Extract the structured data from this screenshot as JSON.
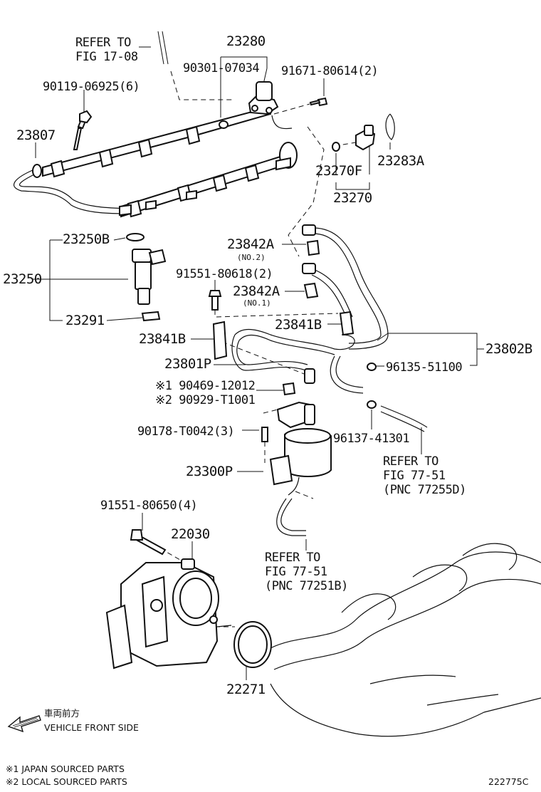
{
  "title": "",
  "colors": {
    "ink": "#111111",
    "background": "#ffffff"
  },
  "diagram_id": "222775C",
  "references": {
    "fig_17_08": {
      "line1": "REFER TO",
      "line2": "FIG 17-08"
    },
    "pnc_77255d": {
      "line1": "REFER TO",
      "line2": "FIG 77-51",
      "line3": "(PNC 77255D)"
    },
    "pnc_77251b": {
      "line1": "REFER TO",
      "line2": "FIG 77-51",
      "line3": "(PNC 77251B)"
    }
  },
  "parts": {
    "p23280": "23280",
    "p90301": "90301-07034",
    "p91671": "91671-80614(2)",
    "p90119": "90119-06925(6)",
    "p23807": "23807",
    "p23270f": "23270F",
    "p23283a": "23283A",
    "p23270": "23270",
    "p23250b": "23250B",
    "p23250": "23250",
    "p23291": "23291",
    "p23842a_no2": "23842A",
    "p23842a_no2_sub": "(NO.2)",
    "p91551_80618": "91551-80618(2)",
    "p23842a_no1": "23842A",
    "p23842a_no1_sub": "(NO.1)",
    "p23841b_left": "23841B",
    "p23841b_right": "23841B",
    "p23802b": "23802B",
    "p23801p": "23801P",
    "p96135": "96135-51100",
    "p90469": "90469-12012",
    "p90929": "90929-T1001",
    "p96137": "96137-41301",
    "p90178": "90178-T0042(3)",
    "p23300p": "23300P",
    "p91551_80650": "91551-80650(4)",
    "p22030": "22030",
    "p22271": "22271"
  },
  "marks": {
    "japan": "※1",
    "local": "※2"
  },
  "legend": {
    "front_jp": "車両前方",
    "front_en": "VEHICLE FRONT SIDE",
    "note1": "※1 JAPAN SOURCED PARTS",
    "note2": "※2 LOCAL SOURCED PARTS"
  },
  "icons": [
    "front-direction-arrow-icon"
  ]
}
